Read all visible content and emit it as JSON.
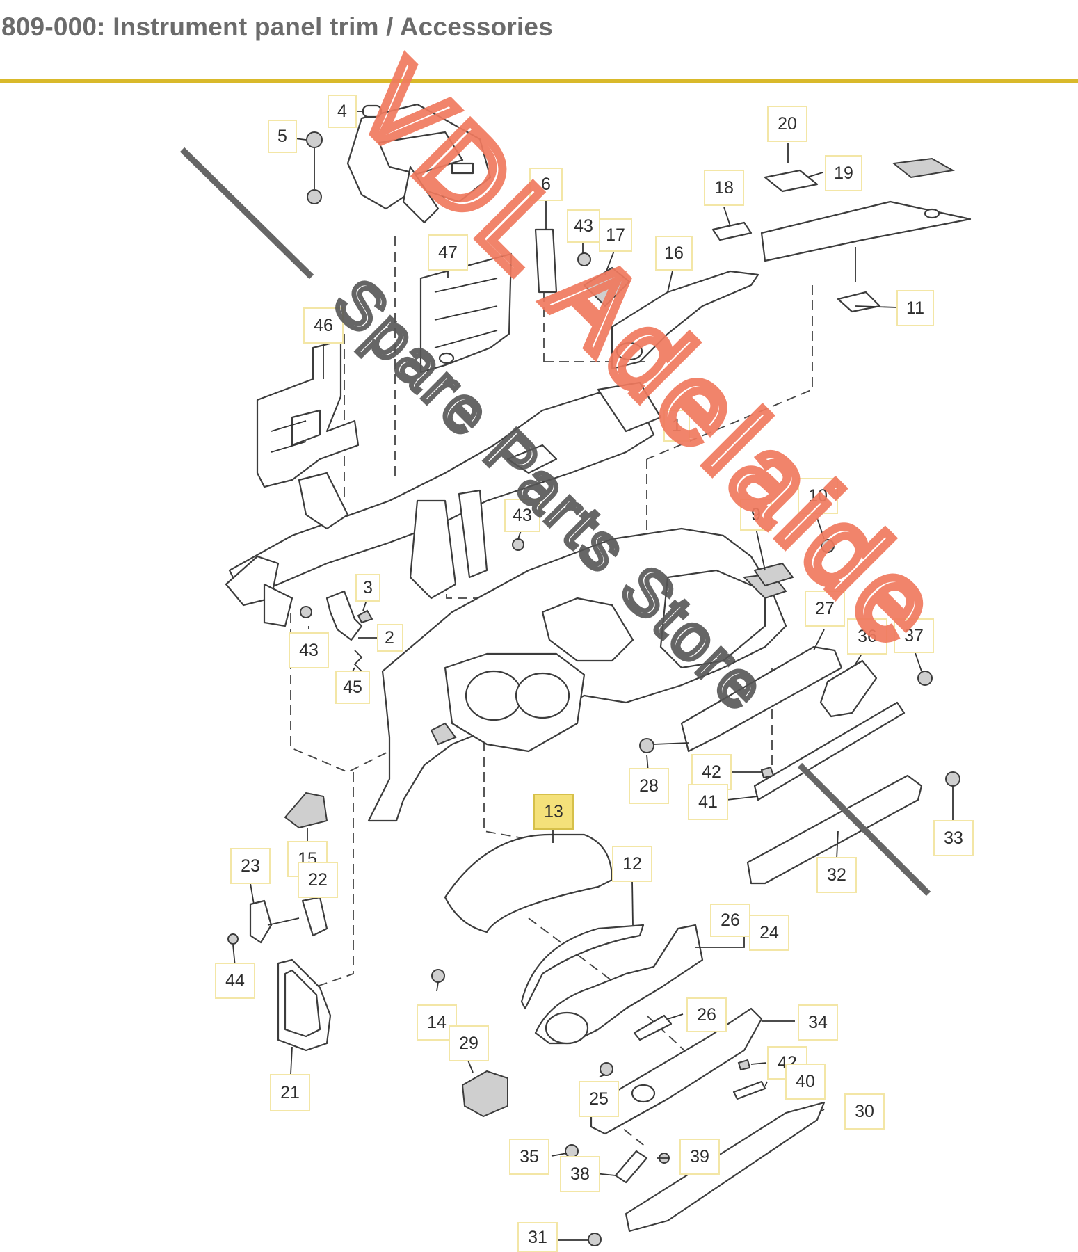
{
  "header": {
    "title": "809-000: Instrument panel trim / Accessories",
    "rule_color": "#d9b92a",
    "title_color": "#6b6b6b"
  },
  "diagram": {
    "highlight_color": "#f4e17a",
    "highlighted_part": "13",
    "callouts": [
      {
        "id": "4",
        "label": "4"
      },
      {
        "id": "5",
        "label": "5"
      },
      {
        "id": "6",
        "label": "6"
      },
      {
        "id": "43a",
        "label": "43"
      },
      {
        "id": "17",
        "label": "17"
      },
      {
        "id": "16",
        "label": "16"
      },
      {
        "id": "18",
        "label": "18"
      },
      {
        "id": "20",
        "label": "20"
      },
      {
        "id": "19",
        "label": "19"
      },
      {
        "id": "11",
        "label": "11"
      },
      {
        "id": "47",
        "label": "47"
      },
      {
        "id": "46",
        "label": "46"
      },
      {
        "id": "1",
        "label": "1"
      },
      {
        "id": "10",
        "label": "10"
      },
      {
        "id": "9",
        "label": "9"
      },
      {
        "id": "43b",
        "label": "43"
      },
      {
        "id": "3",
        "label": "3"
      },
      {
        "id": "2",
        "label": "2"
      },
      {
        "id": "43c",
        "label": "43"
      },
      {
        "id": "45",
        "label": "45"
      },
      {
        "id": "27",
        "label": "27"
      },
      {
        "id": "36",
        "label": "36"
      },
      {
        "id": "37",
        "label": "37"
      },
      {
        "id": "28",
        "label": "28"
      },
      {
        "id": "42a",
        "label": "42"
      },
      {
        "id": "41",
        "label": "41"
      },
      {
        "id": "33",
        "label": "33"
      },
      {
        "id": "32",
        "label": "32"
      },
      {
        "id": "13",
        "label": "13"
      },
      {
        "id": "12",
        "label": "12"
      },
      {
        "id": "15",
        "label": "15"
      },
      {
        "id": "23",
        "label": "23"
      },
      {
        "id": "22",
        "label": "22"
      },
      {
        "id": "26a",
        "label": "26"
      },
      {
        "id": "24",
        "label": "24"
      },
      {
        "id": "44",
        "label": "44"
      },
      {
        "id": "14",
        "label": "14"
      },
      {
        "id": "29",
        "label": "29"
      },
      {
        "id": "26b",
        "label": "26"
      },
      {
        "id": "34",
        "label": "34"
      },
      {
        "id": "21",
        "label": "21"
      },
      {
        "id": "42b",
        "label": "42"
      },
      {
        "id": "40",
        "label": "40"
      },
      {
        "id": "25",
        "label": "25"
      },
      {
        "id": "30",
        "label": "30"
      },
      {
        "id": "35",
        "label": "35"
      },
      {
        "id": "39",
        "label": "39"
      },
      {
        "id": "38",
        "label": "38"
      },
      {
        "id": "31",
        "label": "31"
      }
    ]
  },
  "watermark": {
    "line1": "VDL Adelaide",
    "line2": "Spare Parts Store",
    "color1": "#f07a5e",
    "color2": "#555555"
  }
}
